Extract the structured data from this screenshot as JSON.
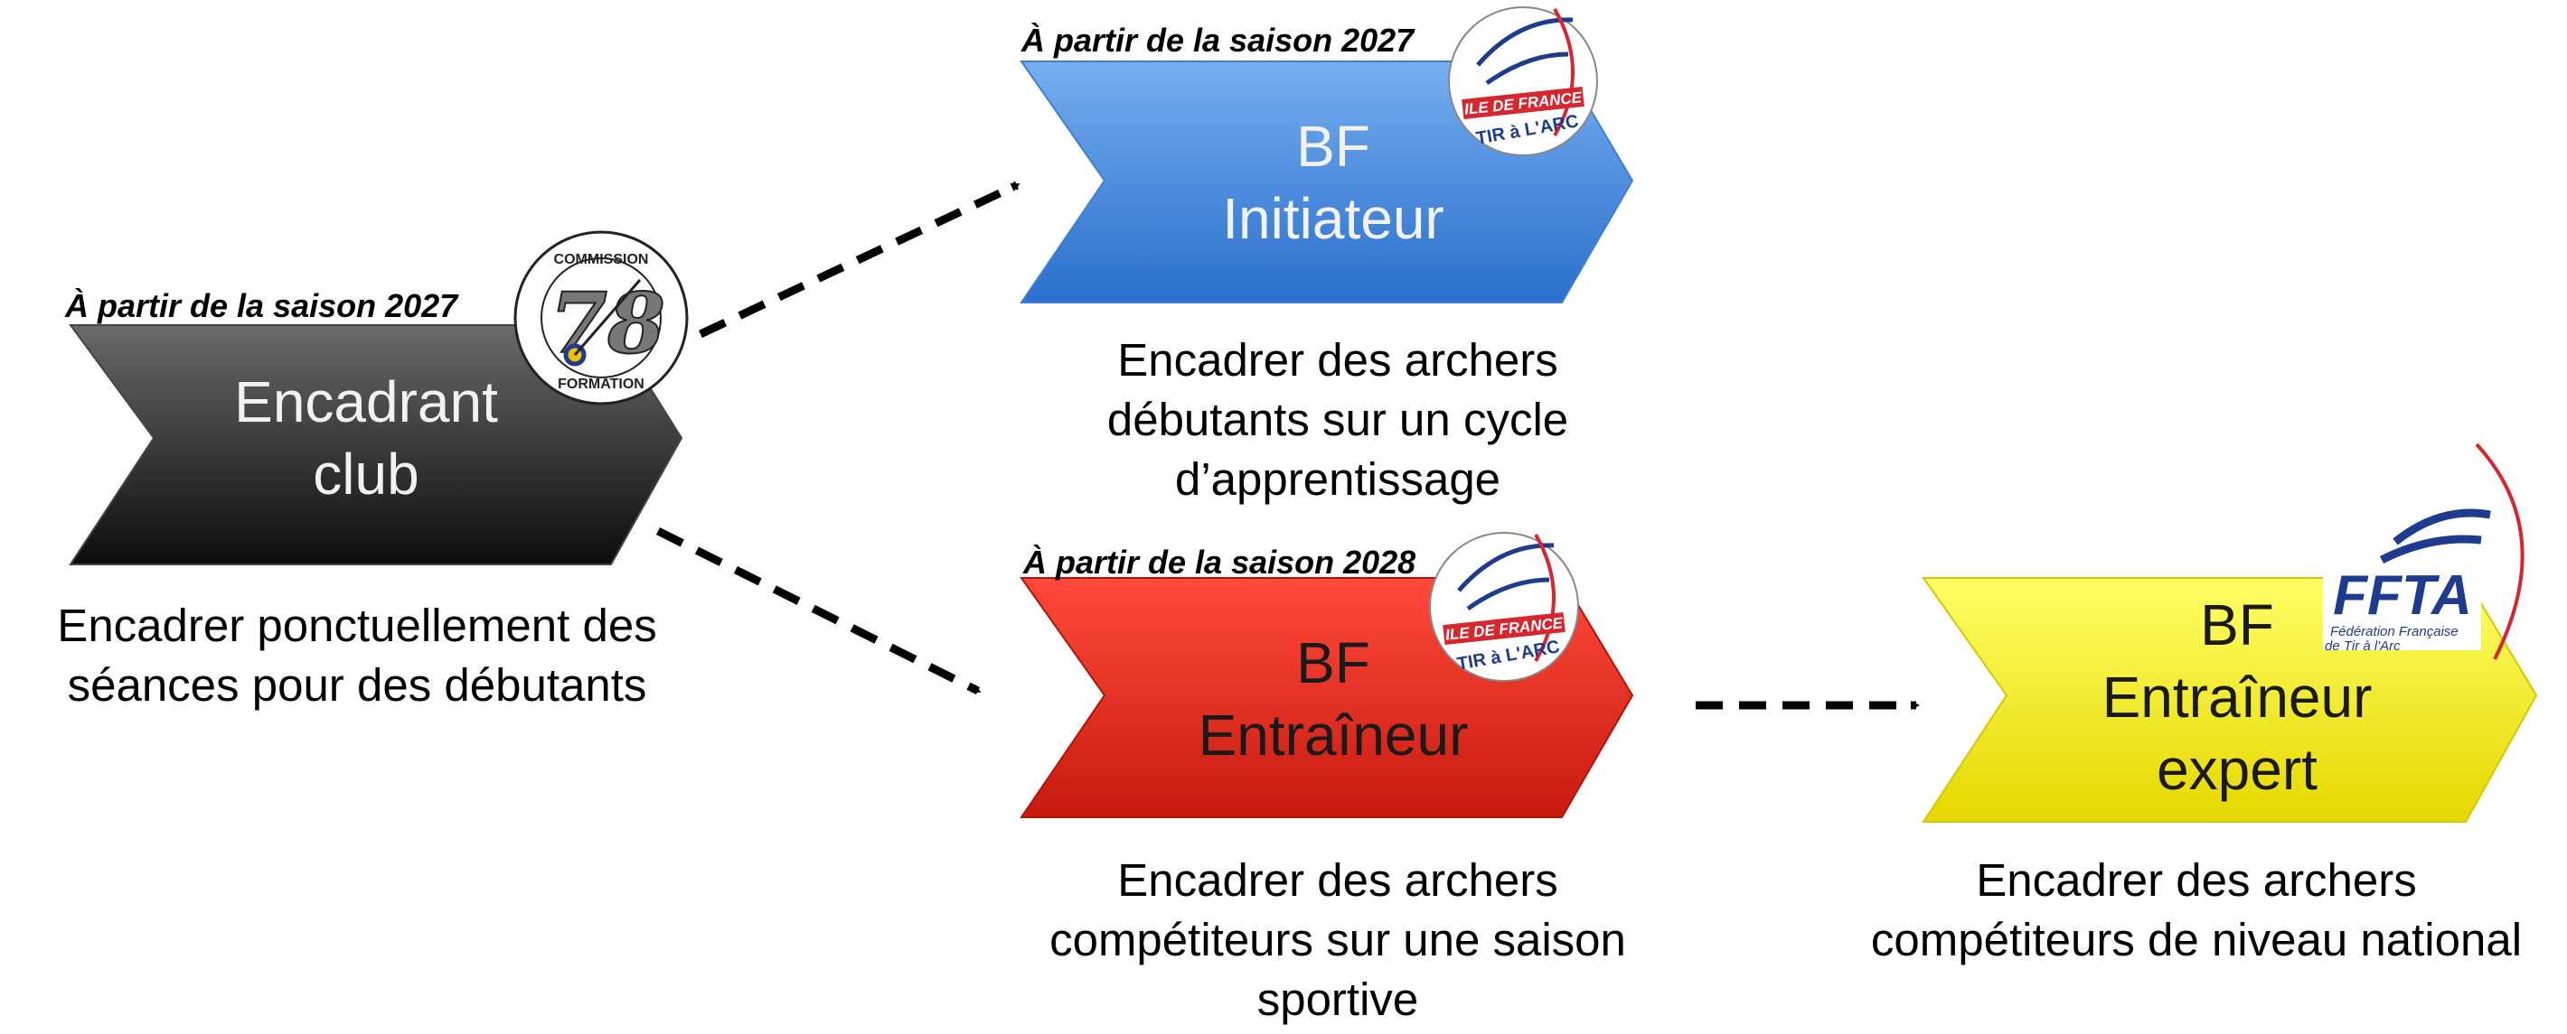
{
  "steps": {
    "club": {
      "season": "À partir de la saison 2027",
      "title_lines": [
        "Encadrant",
        "club"
      ],
      "desc_lines": [
        "Encadrer ponctuellement des",
        "séances pour des débutants"
      ],
      "color_top": "#6a6a6a",
      "color_bottom": "#0c0c0c",
      "badge": {
        "top_text": "COMMISSION",
        "number": "78",
        "bottom_text": "FORMATION"
      }
    },
    "initiateur": {
      "season": "À partir de la saison 2027",
      "title_lines": [
        "BF",
        "Initiateur"
      ],
      "desc_lines": [
        "Encadrer des archers",
        "débutants sur un cycle",
        "d’apprentissage"
      ],
      "color_top": "#76aef0",
      "color_bottom": "#2a6fcc",
      "badge": {
        "line1": "ILE DE FRANCE",
        "line2": "TIR à L'ARC"
      }
    },
    "entraineur": {
      "season": "À partir de la saison 2028",
      "title_lines": [
        "BF",
        "Entraîneur"
      ],
      "desc_lines": [
        "Encadrer des archers",
        "compétiteurs sur une saison",
        "sportive"
      ],
      "color_top": "#ff4a3a",
      "color_bottom": "#c81a10",
      "badge": {
        "line1": "ILE DE FRANCE",
        "line2": "TIR à L'ARC"
      }
    },
    "expert": {
      "title_lines": [
        "BF",
        "Entraîneur",
        "expert"
      ],
      "desc_lines": [
        "Encadrer des archers",
        "compétiteurs de niveau national"
      ],
      "color_top": "#ffff66",
      "color_bottom": "#e6d800",
      "logo": {
        "name": "FFTA",
        "line1": "Fédération Française",
        "line2": "de Tir à l'Arc"
      }
    }
  },
  "colors": {
    "text_light": "#f2f2f2",
    "text_dark": "#1a1a1a",
    "arrow": "#000000",
    "badge_red": "#d8262e",
    "badge_blue": "#1d3c8f"
  }
}
